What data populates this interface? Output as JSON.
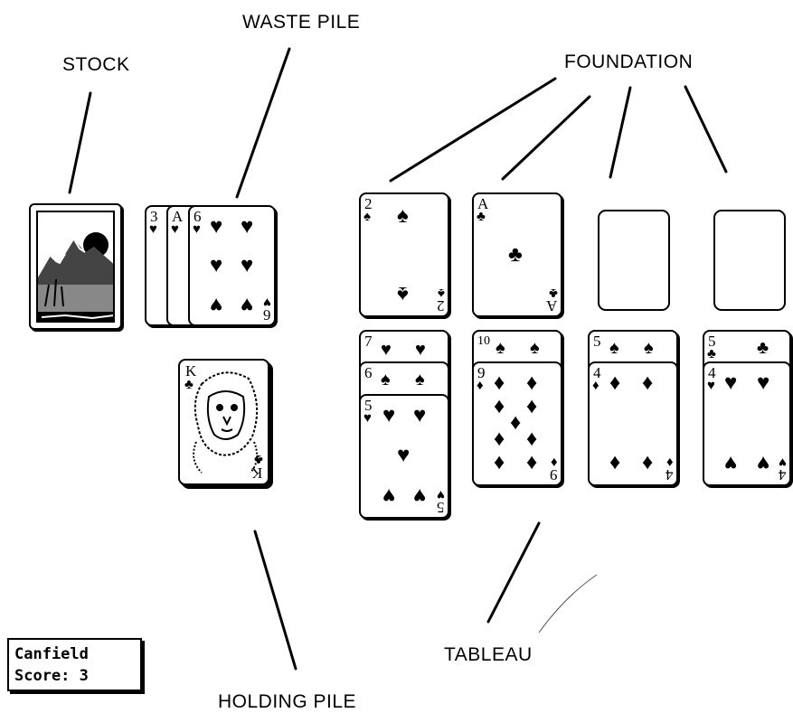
{
  "labels": {
    "stock": "STOCK",
    "waste": "WASTE PILE",
    "foundation": "FOUNDATION",
    "tableau": "TABLEAU",
    "holding": "HOLDING PILE"
  },
  "waste": {
    "fanned_ranks": [
      "3",
      "A"
    ],
    "top_card": {
      "rank": "6",
      "suit": "♥"
    }
  },
  "foundation": [
    {
      "rank": "2",
      "suit": "♠"
    },
    {
      "rank": "A",
      "suit": "♣"
    },
    {
      "empty": true
    },
    {
      "empty": true
    }
  ],
  "tableau": [
    {
      "cards": [
        {
          "rank": "7",
          "suit": "♥"
        },
        {
          "rank": "6",
          "suit": "♠"
        },
        {
          "rank": "5",
          "suit": "♥"
        }
      ]
    },
    {
      "cards": [
        {
          "rank": "10",
          "suit": "♠"
        },
        {
          "rank": "9",
          "suit": "♦"
        }
      ]
    },
    {
      "cards": [
        {
          "rank": "5",
          "suit": "♠"
        },
        {
          "rank": "4",
          "suit": "♦"
        }
      ]
    },
    {
      "cards": [
        {
          "rank": "5",
          "suit": "♣"
        },
        {
          "rank": "4",
          "suit": "♥"
        }
      ]
    }
  ],
  "holding": {
    "rank": "K",
    "suit": "♣"
  },
  "status": {
    "game": "Canfield",
    "score": "Score: 3"
  }
}
